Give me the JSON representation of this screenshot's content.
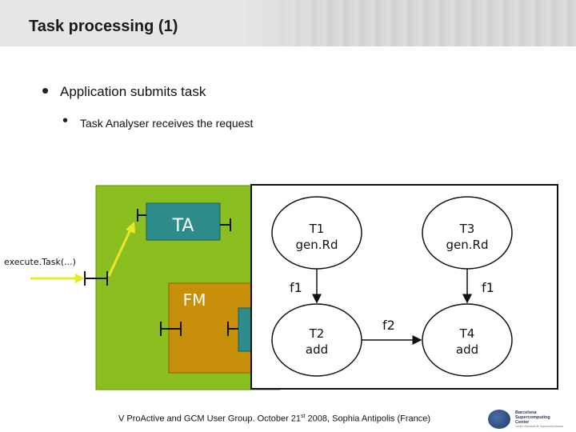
{
  "slide": {
    "title": "Task processing (1)",
    "bullets": [
      {
        "text": "Application submits task"
      },
      {
        "text": "Task Analyser receives the request"
      }
    ],
    "footer_prefix": "V Pro",
    "footer_rest": "Active and GCM User Group. October 21",
    "footer_sup": "st",
    "footer_end": " 2008, Sophia Antipolis (France)"
  },
  "diagram": {
    "components": {
      "ta": "TA",
      "fm": "FM"
    },
    "call_label": "execute.Task(...)",
    "nodes": [
      {
        "id": "t1",
        "line1": "T1",
        "line2": "gen.Rd"
      },
      {
        "id": "t3",
        "line1": "T3",
        "line2": "gen.Rd"
      },
      {
        "id": "t2",
        "line1": "T2",
        "line2": "add"
      },
      {
        "id": "t4",
        "line1": "T4",
        "line2": "add"
      }
    ],
    "edges": [
      {
        "from": "t1",
        "to": "t2",
        "label": "f1"
      },
      {
        "from": "t3",
        "to": "t4",
        "label": "f1"
      },
      {
        "from": "t2",
        "to": "t4",
        "label": "f2"
      }
    ],
    "colors": {
      "green_panel": "#8bbf1f",
      "ta_box": "#2e8b8b",
      "fm_box": "#c8900a",
      "arrow_yellow": "#e8e82a",
      "graph_box_border": "#111111"
    }
  },
  "logo": {
    "line1": "Barcelona",
    "line2": "Supercomputing",
    "line3": "Center",
    "tagline": "Centro Nacional de Supercomputación"
  }
}
